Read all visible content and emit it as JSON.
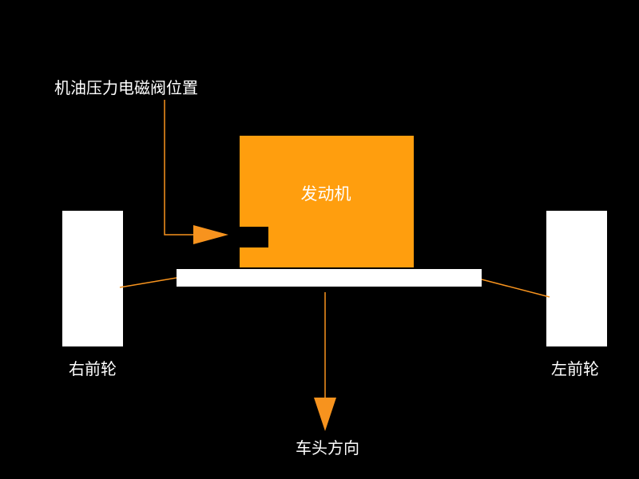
{
  "labels": {
    "solenoid_valve_position": "机油压力电磁阀位置",
    "engine": "发动机",
    "right_front_wheel": "右前轮",
    "left_front_wheel": "左前轮",
    "vehicle_front_direction": "车头方向"
  },
  "colors": {
    "background": "#000000",
    "engine_fill": "#ff9e0e",
    "arrow": "#f7931e",
    "wheel": "#ffffff",
    "axle": "#ffffff",
    "valve_marker": "#000000",
    "text": "#ffffff"
  }
}
